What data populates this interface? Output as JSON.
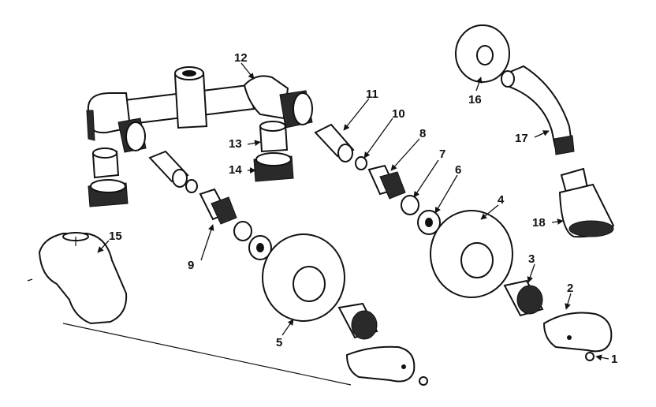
{
  "diagram": {
    "labels": {
      "p1": "1",
      "p2": "2",
      "p3": "3",
      "p4": "4",
      "p5": "5",
      "p6": "6",
      "p7": "7",
      "p8": "8",
      "p9": "9",
      "p10": "10",
      "p11": "11",
      "p12": "12",
      "p13": "13",
      "p14": "14",
      "p15": "15",
      "p16": "16",
      "p17": "17",
      "p18": "18"
    }
  }
}
